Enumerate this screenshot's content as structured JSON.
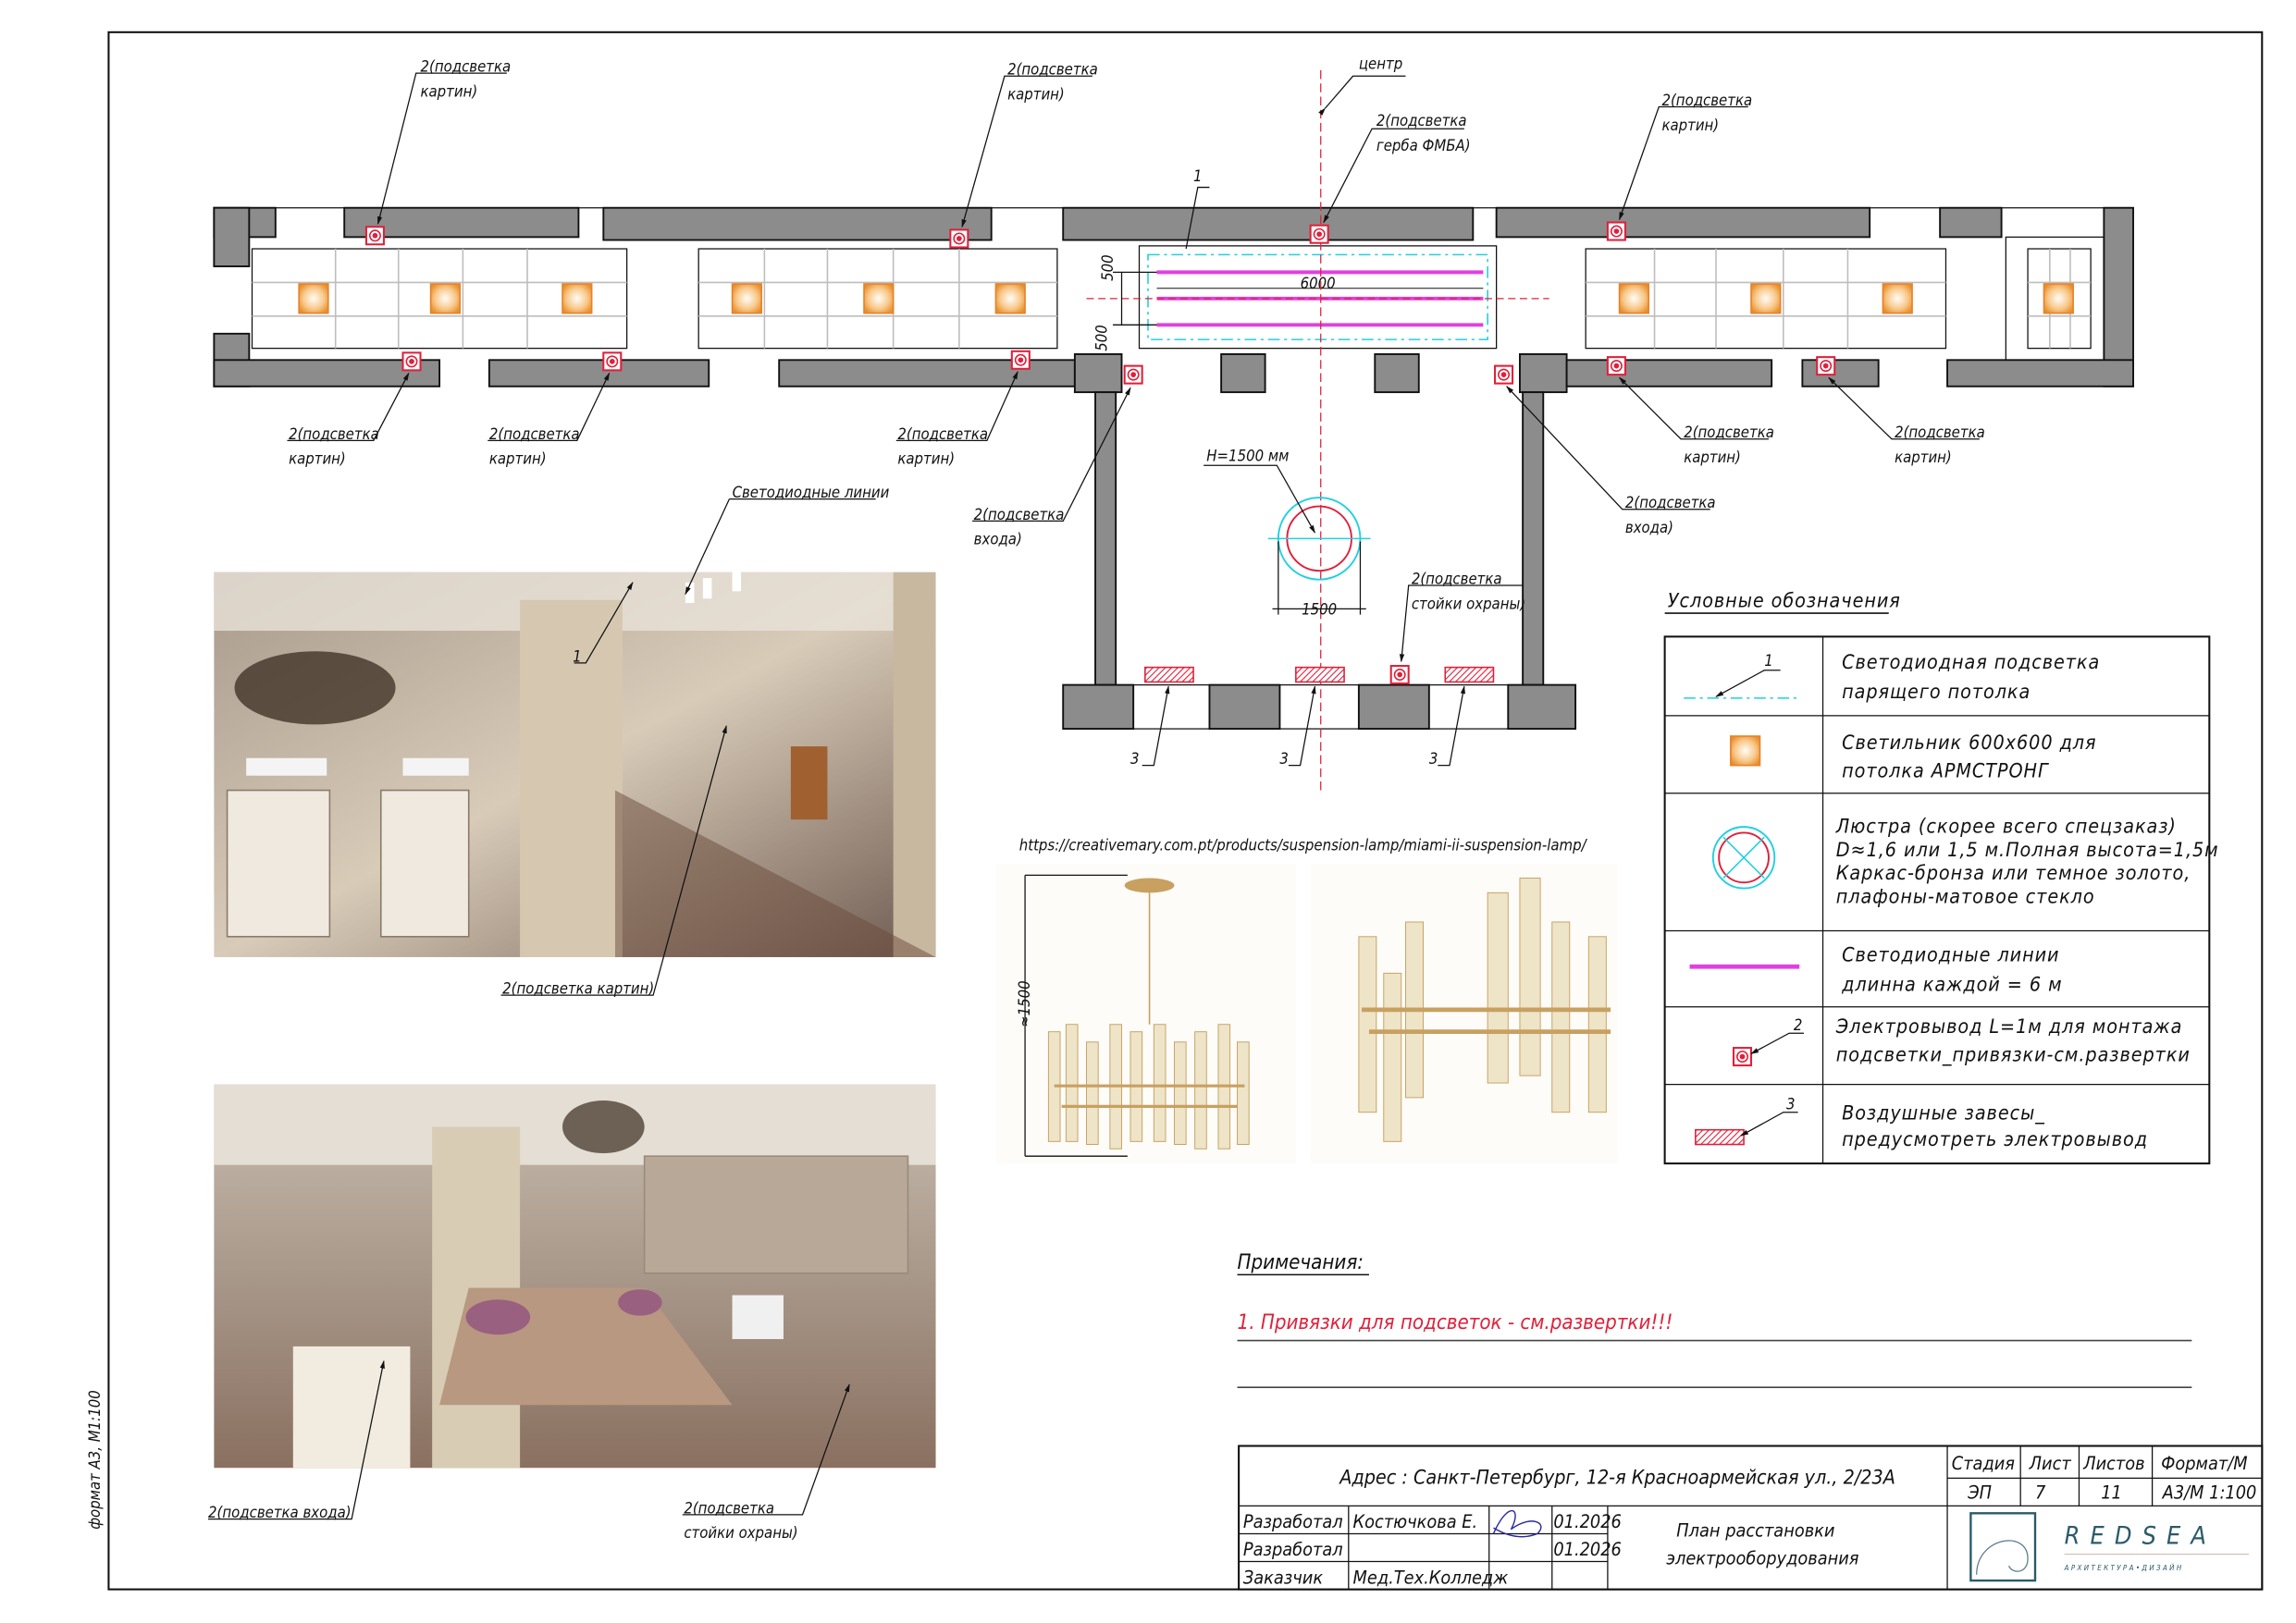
{
  "sheet": {
    "side_label": "формат А3, М1:100",
    "center_label": "центр"
  },
  "plan": {
    "labels": {
      "picture_light": "2(подсветка",
      "picture_light_2": "картин)",
      "emblem_light": "2(подсветка",
      "emblem_light_2": "герба ФМБА)",
      "entrance_light": "2(подсветка",
      "entrance_light_2": "входа)",
      "guard_light": "2(подсветка",
      "guard_light_2": "стойки охраны)",
      "led_lines": "Светодиодные линии",
      "callout_1": "1",
      "callout_3": "3",
      "height": "H=1500 мм",
      "diameter": "1500",
      "length": "6000",
      "offset": "500",
      "photo1_bottom": "2(подсветка картин)",
      "photo2_entrance": "2(подсветка входа)",
      "photo2_guard": "2(подсветка",
      "photo2_guard_2": "стойки охраны)"
    }
  },
  "reference": {
    "url": "https://creativemary.com.pt/products/suspension-lamp/miami-ii-suspension-lamp/",
    "height_dim": "≈1500"
  },
  "legend": {
    "title": "Условные обозначения",
    "rows": [
      {
        "callout": "1",
        "line1": "Светодиодная подсветка",
        "line2": "парящего потолка"
      },
      {
        "callout": "",
        "line1": "Светильник 600х600 для",
        "line2": "потолка АРМСТРОНГ"
      },
      {
        "callout": "",
        "line1": "Люстра (скорее всего спецзаказ)",
        "line2": "D≈1,6 или 1,5 м.Полная высота=1,5м",
        "line3": "Каркас-бронза или темное золото,",
        "line4": "плафоны-матовое стекло"
      },
      {
        "callout": "",
        "line1": "Светодиодные линии",
        "line2": "длинна каждой = 6 м"
      },
      {
        "callout": "2",
        "line1": "Электровывод L=1м для монтажа",
        "line2": "подсветки_привязки-см.развертки"
      },
      {
        "callout": "3",
        "line1": "Воздушные завесы_",
        "line2": "предусмотреть электровывод"
      }
    ]
  },
  "notes": {
    "title": "Примечания:",
    "items": [
      "1. Привязки для подсветок - см.развертки!!!"
    ]
  },
  "title_block": {
    "address": "Адрес : Санкт-Петербург, 12-я Красноармейская ул., 2/23А",
    "headers": [
      "Стадия",
      "Лист",
      "Листов",
      "Формат/М"
    ],
    "values": [
      "ЭП",
      "7",
      "11",
      "А3/М 1:100"
    ],
    "rows": [
      {
        "role": "Разработал",
        "name": "Костючкова Е.",
        "date": "01.2026"
      },
      {
        "role": "Разработал",
        "name": "",
        "date": "01.2026"
      },
      {
        "role": "Заказчик",
        "name": "Мед.Тех.Колледж",
        "date": ""
      }
    ],
    "drawing_title_1": "План расстановки",
    "drawing_title_2": "электрооборудования",
    "logo_name": "REDSEA",
    "logo_sub": "АРХИТЕКТУРА•ДИЗАЙН"
  },
  "colors": {
    "marker": "#e0203a",
    "led": "#e040e0",
    "cyan": "#20d0e0",
    "lamp": "#f0a040"
  }
}
